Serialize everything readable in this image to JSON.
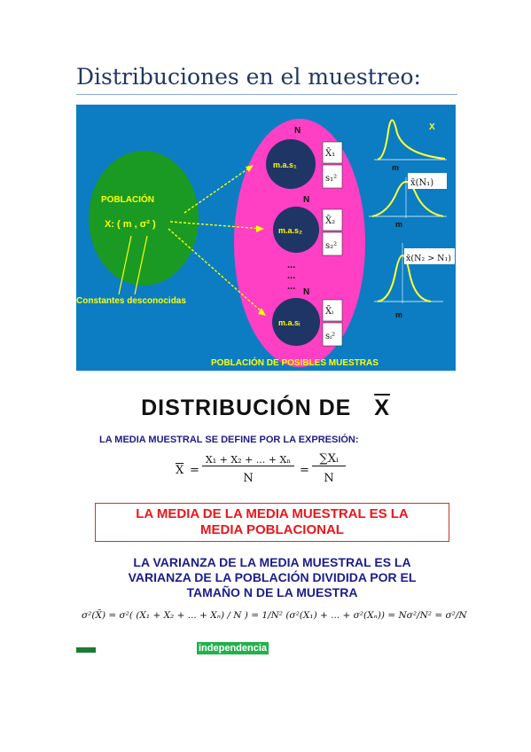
{
  "page": {
    "title": "Distribuciones en el muestreo:"
  },
  "diagram": {
    "population_label": "POBLACIÓN",
    "population_params": "X: ( m , σ² )",
    "constants_label": "Constantes desconocidas",
    "n_label": "N",
    "sample_labels": [
      "m.a.s₁",
      "m.a.s₂",
      "m.a.sᵢ"
    ],
    "sample_means": [
      "X̄₁",
      "X̄₂",
      "X̄ᵢ"
    ],
    "sample_vars": [
      "s₁²",
      "s₂²",
      "sᵢ²"
    ],
    "dots": "...",
    "possible_samples_label": "POBLACIÓN DE POSIBLES MUESTRAS",
    "curve_x_label": "X",
    "curve_m_label": "m",
    "curve2_label": "x̄(N₁)",
    "curve3_label": "x̄(N₂ > N₁)",
    "colors": {
      "background": "#0c7dc2",
      "population": "#1a9a22",
      "samples_ellipse": "#ff3fc4",
      "sample_circle": "#1f3565",
      "label_yellow": "#ffff00",
      "curve_yellow": "#ffff33"
    }
  },
  "distribution": {
    "heading_prefix": "DISTRIBUCIÓN DE",
    "heading_symbol": "X",
    "definition": "LA MEDIA MUESTRAL SE DEFINE POR LA EXPRESIÓN:",
    "mean_formula_lhs": "X",
    "mean_formula_num": "X₁ + X₂ + ... + Xₙ",
    "mean_formula_den": "N",
    "mean_formula_sum_num": "∑Xᵢ",
    "mean_formula_sum_den": "N",
    "red_box_line1": "LA MEDIA DE LA MEDIA MUESTRAL ES LA",
    "red_box_line2": "MEDIA POBLACIONAL",
    "variance_line1": "LA VARIANZA DE LA MEDIA MUESTRAL ES LA",
    "variance_line2": "VARIANZA DE LA POBLACIÓN DIVIDIDA POR EL",
    "variance_line3": "TAMAÑO N DE LA MUESTRA",
    "variance_formula": "σ²(X̄) = σ²( (X₁ + X₂ + ... + Xₙ) / N ) = 1/N² (σ²(X₁) + ... + σ²(Xₙ)) = Nσ²/N² = σ²/N",
    "independence_label": "independencia"
  }
}
